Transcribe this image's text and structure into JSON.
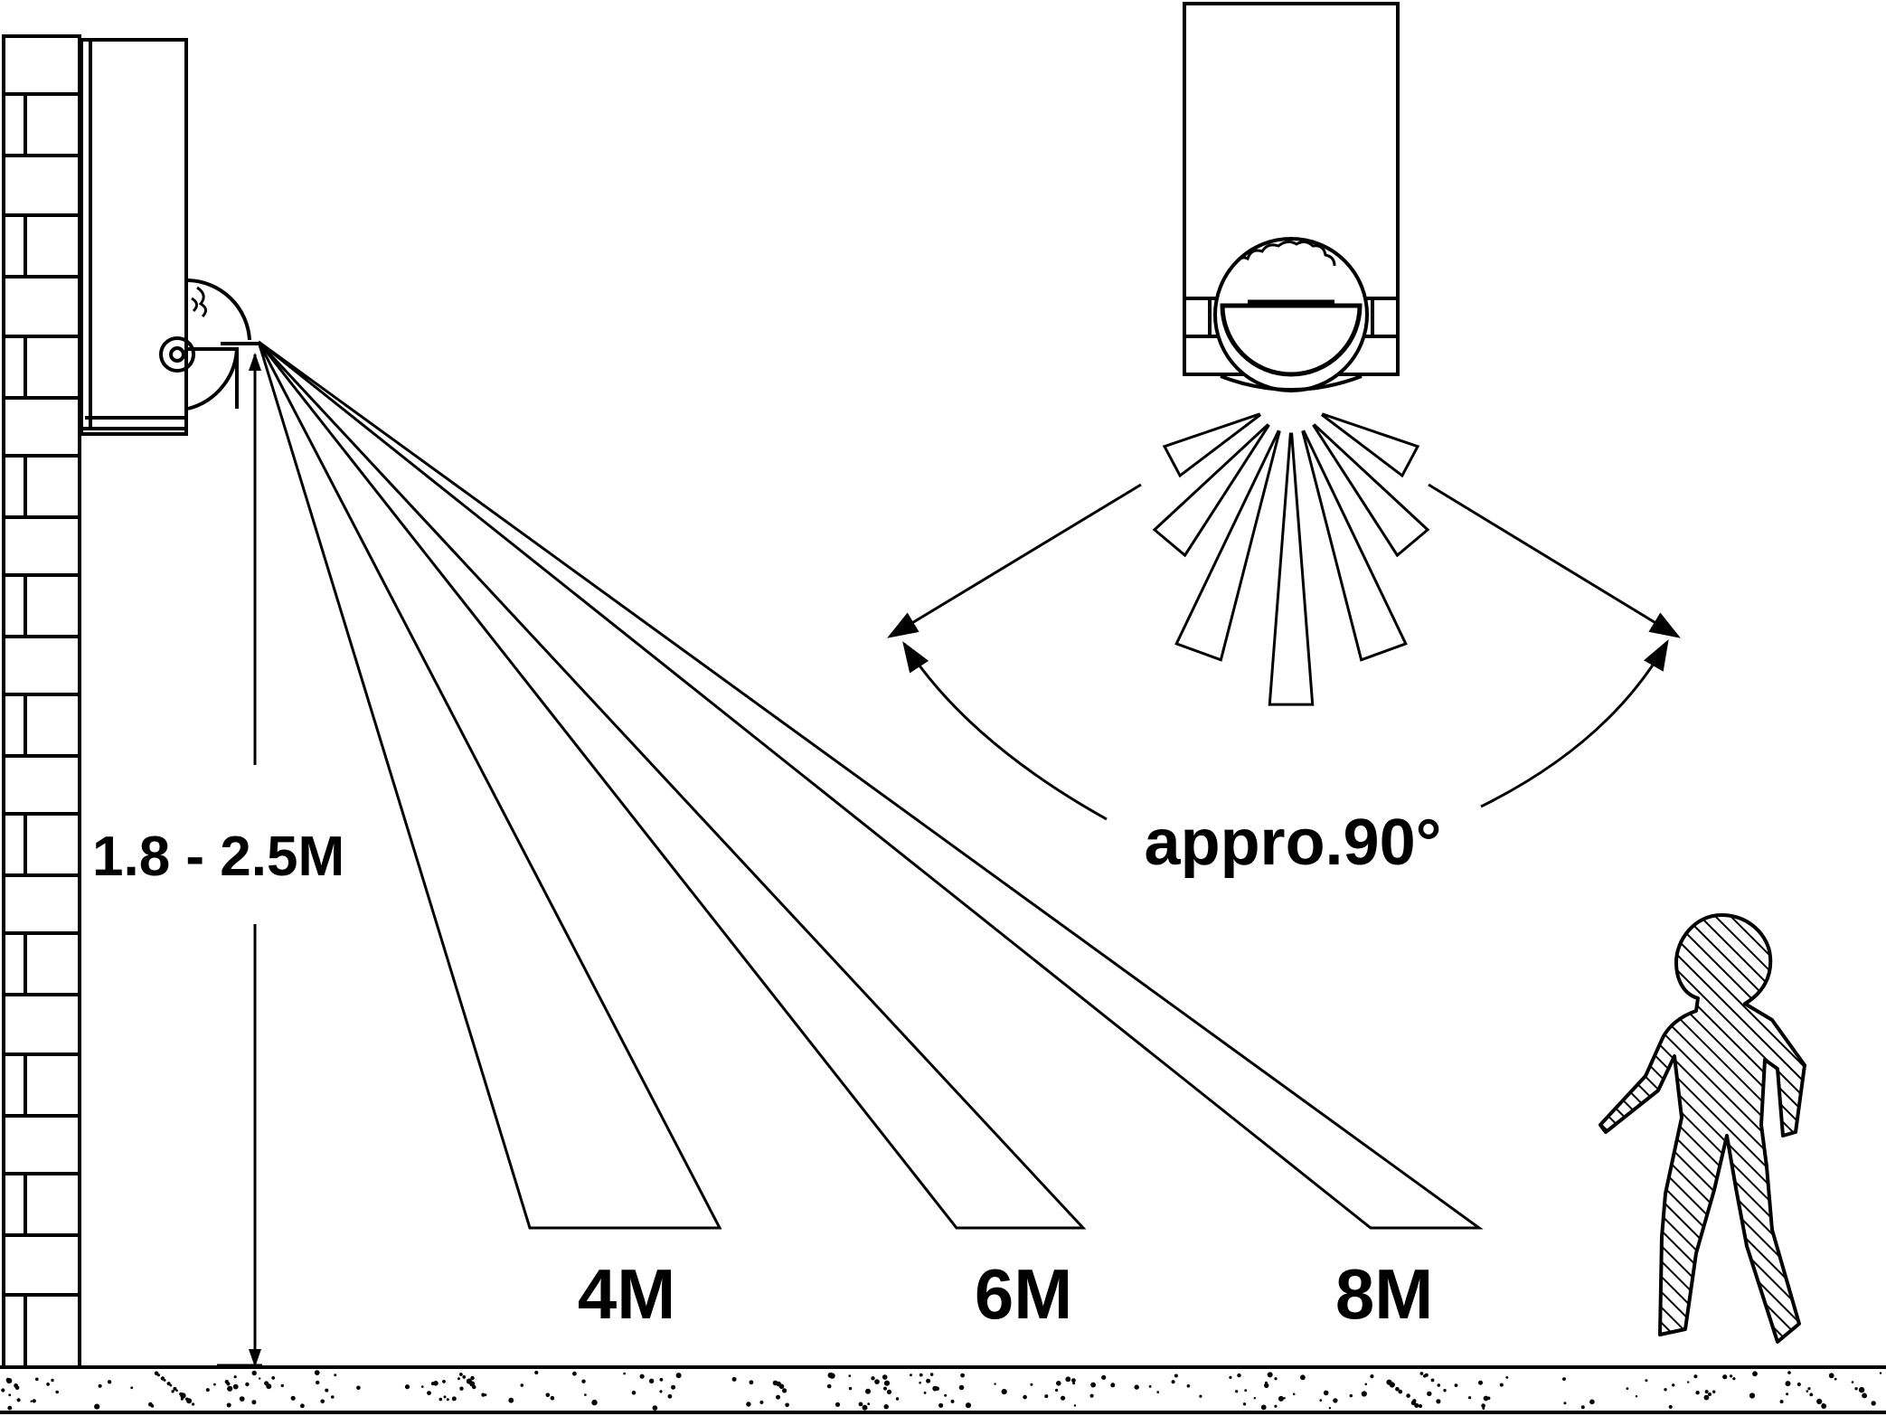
{
  "diagram": {
    "mounting_height": "1.8 - 2.5M",
    "ranges": [
      "4M",
      "6M",
      "8M"
    ],
    "angle_label": "appro.90°"
  },
  "colors": {
    "line": "#000000",
    "background": "#ffffff"
  },
  "icons": [
    "brick-wall",
    "pir-sensor-side-view",
    "pir-sensor-front-view",
    "walking-person-icon",
    "ground"
  ]
}
